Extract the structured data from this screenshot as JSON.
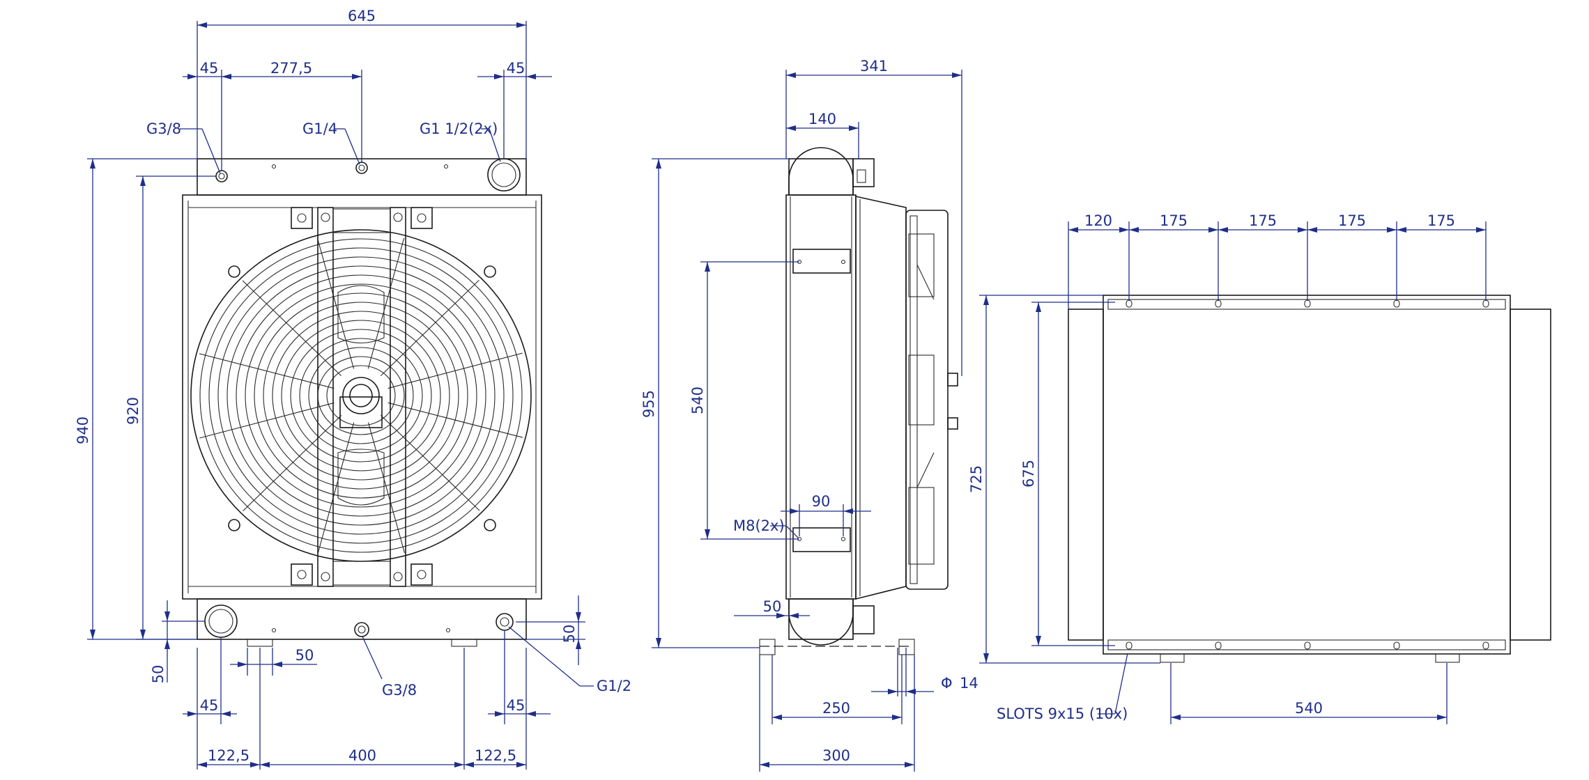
{
  "front": {
    "width": "645",
    "left_offset_top": "45",
    "spacing_top": "277,5",
    "right_offset_top": "45",
    "port_top_left": "G3/8",
    "port_top_mid": "G1/4",
    "port_top_right": "G1 1/2(2x)",
    "height_total": "940",
    "height_inner": "920",
    "bottom_height": "50",
    "bottom_small": "50",
    "right_small": "50",
    "port_bottom_mid": "G3/8",
    "port_bottom_right": "G1/2",
    "left_offset_bottom": "45",
    "right_offset_bottom": "45",
    "left_mount": "122,5",
    "mount_spacing": "400",
    "right_mount": "122,5"
  },
  "side": {
    "depth_total": "341",
    "depth_core": "140",
    "height_total": "955",
    "bracket_spacing": "540",
    "bracket_width": "90",
    "bolt": "M8(2x)",
    "bottom_offset": "50",
    "phi_symbol": "Φ",
    "hole_dia": "14",
    "foot_inner": "250",
    "foot_outer": "300"
  },
  "bottom": {
    "first_offset": "120",
    "pitch_1": "175",
    "pitch_2": "175",
    "pitch_3": "175",
    "pitch_4": "175",
    "height_outer": "725",
    "height_inner": "675",
    "slots": "SLOTS 9x15 (10x)",
    "foot_spacing": "540"
  }
}
